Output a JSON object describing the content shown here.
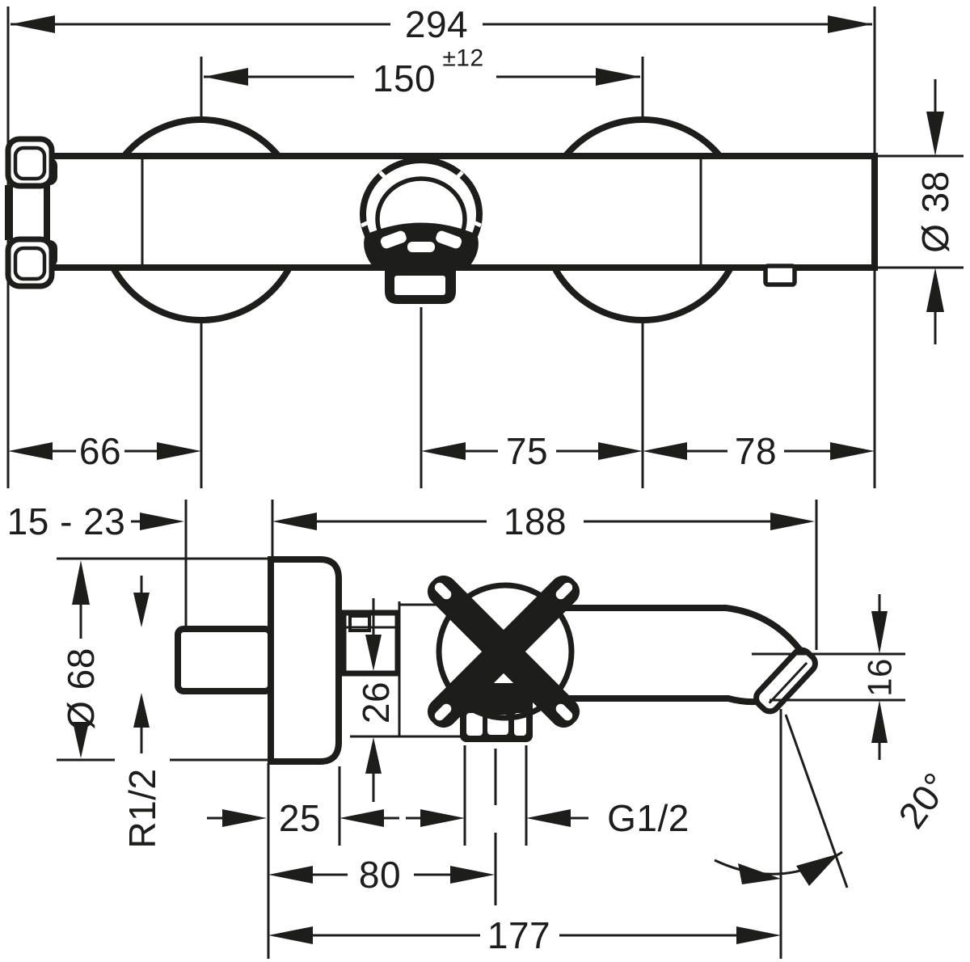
{
  "page": {
    "background": "#ffffff",
    "ink_color": "#1d1d1b",
    "kind": "technical dimension drawing, bath mixer tap"
  },
  "top_view": {
    "dim_overall_width": "294",
    "dim_hole_distance": "150",
    "dim_hole_distance_tolerance": "±12",
    "dim_body_diameter": "Ø 38",
    "dim_left_inlet_offset": "66",
    "dim_handle_to_inlet": "75",
    "dim_inlet_to_end": "78"
  },
  "side_view": {
    "dim_wall_adjustment": "15 - 23",
    "dim_total_depth": "188",
    "dim_escutcheon_diameter": "Ø 68",
    "dim_wall_thread": "R1/2",
    "dim_escutcheon_depth": "25",
    "dim_outlet_offset": "26",
    "dim_outlet_thread": "G1/2",
    "dim_outlet_distance": "80",
    "dim_spout_reach": "177",
    "dim_spout_mouth_height": "16",
    "dim_spout_angle": "20°"
  }
}
